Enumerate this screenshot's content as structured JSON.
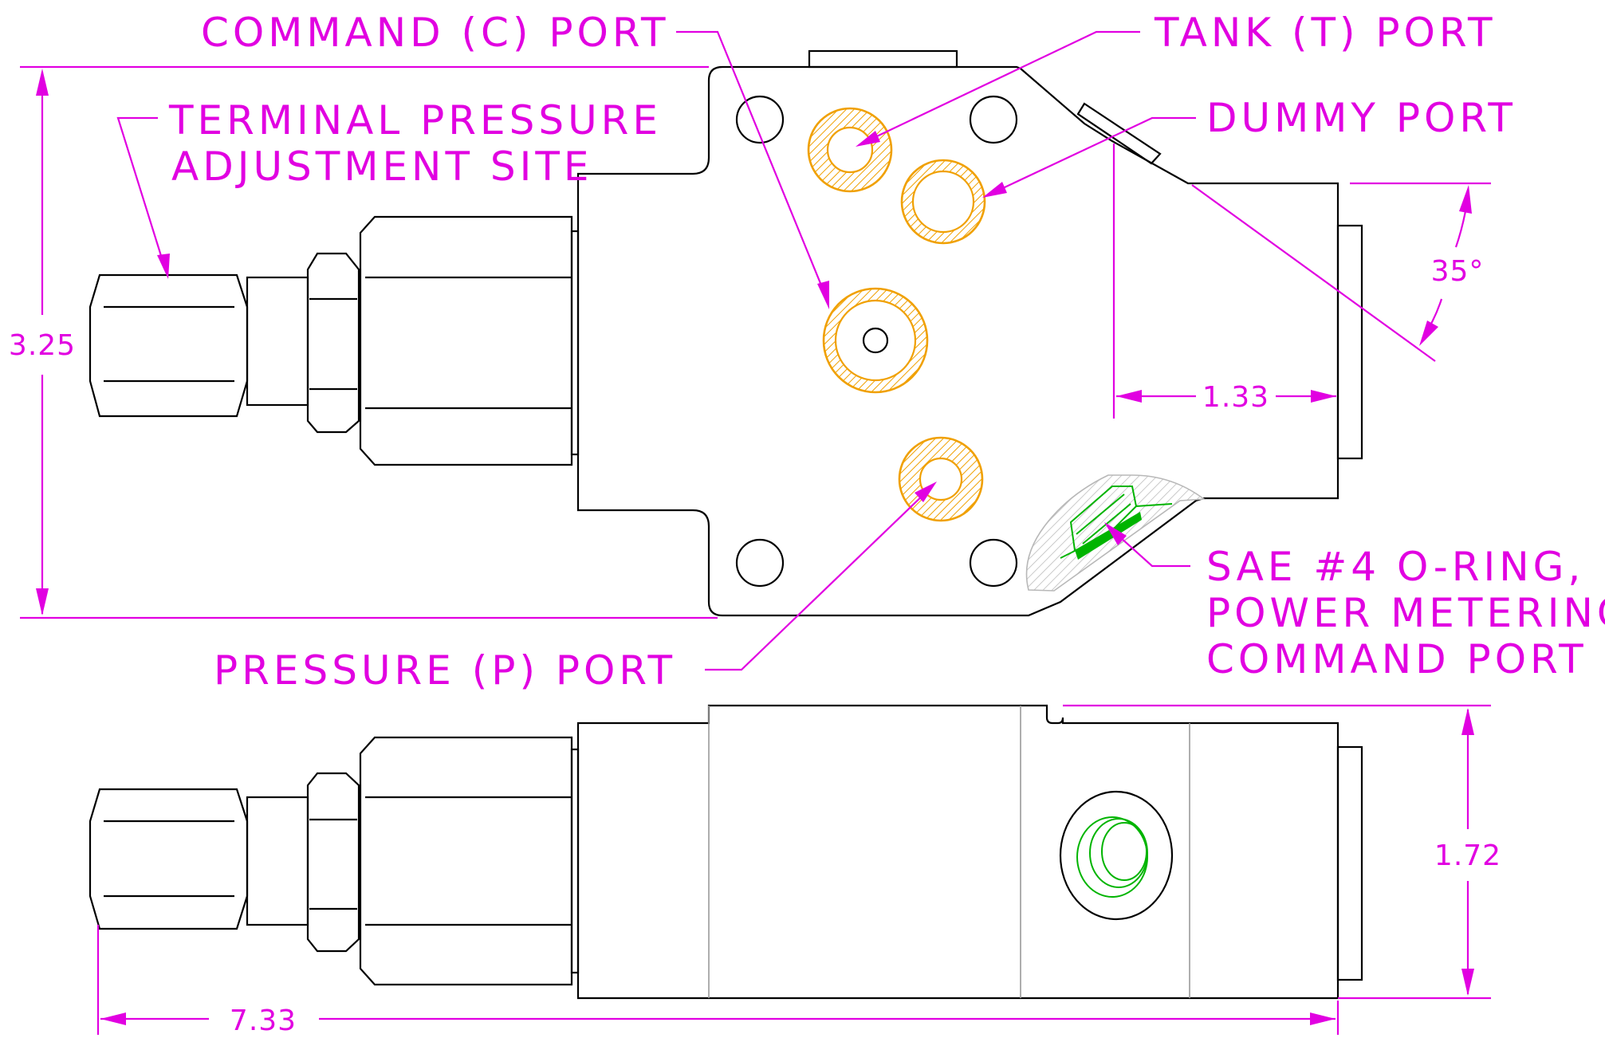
{
  "labels": {
    "command_port": "COMMAND (C) PORT",
    "tank_port": "TANK (T) PORT",
    "dummy_port": "DUMMY PORT",
    "terminal_line1": "TERMINAL PRESSURE",
    "terminal_line2": "ADJUSTMENT SITE",
    "pressure_port": "PRESSURE (P) PORT",
    "sae_line1": "SAE #4 O-RING,",
    "sae_line2": "POWER METERING",
    "sae_line3": "COMMAND PORT"
  },
  "dimensions": {
    "height_top": "3.25",
    "angle": "35°",
    "chamfer_length": "1.33",
    "height_side": "1.72",
    "overall_length": "7.33"
  },
  "colors": {
    "dimension": "#e100e1",
    "port_hatch": "#f0a000",
    "o_ring": "#00b400",
    "outline": "#000000"
  }
}
